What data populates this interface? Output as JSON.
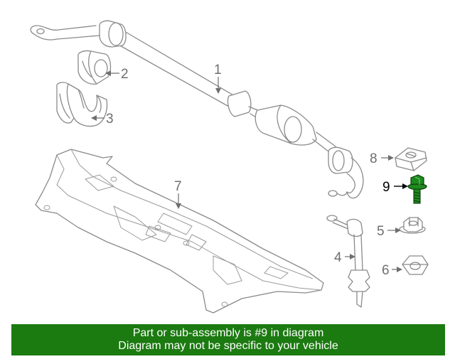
{
  "callouts": [
    {
      "number": "1"
    },
    {
      "number": "2"
    },
    {
      "number": "3"
    },
    {
      "number": "4"
    },
    {
      "number": "5"
    },
    {
      "number": "6"
    },
    {
      "number": "7"
    },
    {
      "number": "8"
    },
    {
      "number": "9",
      "highlighted": true
    }
  ],
  "banner": {
    "line1": "Part or sub-assembly is #9 in diagram",
    "line2": "Diagram may not be specific to your vehicle"
  },
  "colors": {
    "banner_background": "#1b7a10",
    "banner_text": "#ffffff",
    "highlight_part": "#1e8a1e",
    "line_art": "#8a8a8a"
  }
}
